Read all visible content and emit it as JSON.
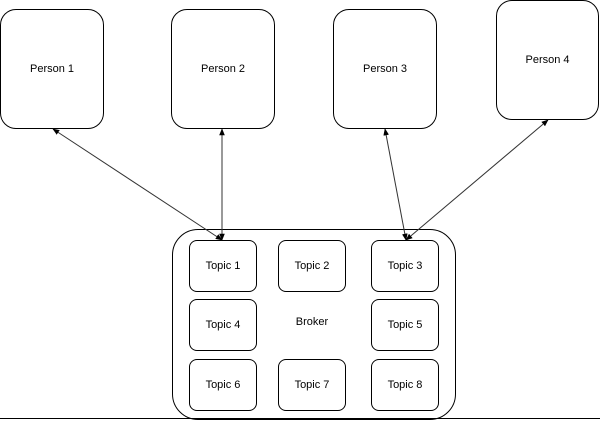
{
  "persons": [
    {
      "label": "Person 1"
    },
    {
      "label": "Person 2"
    },
    {
      "label": "Person 3"
    },
    {
      "label": "Person 4"
    }
  ],
  "broker": {
    "label": "Broker"
  },
  "topics": [
    {
      "label": "Topic 1"
    },
    {
      "label": "Topic 2"
    },
    {
      "label": "Topic 3"
    },
    {
      "label": "Topic 4"
    },
    {
      "label": "Topic 5"
    },
    {
      "label": "Topic 6"
    },
    {
      "label": "Topic 7"
    },
    {
      "label": "Topic 8"
    }
  ],
  "colors": {
    "stroke": "#000000",
    "arrow": "#333333",
    "background": "#ffffff"
  }
}
